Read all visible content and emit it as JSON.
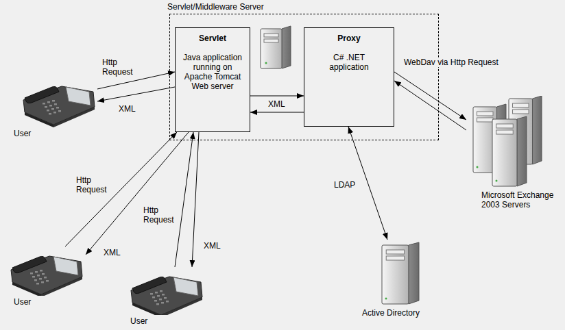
{
  "diagram": {
    "nodes": [
      {
        "text": [
          "Servlet/Middleware Server"
        ]
      },
      {
        "text": [
          "Servlet",
          "Java application running on Apache Tomcat Web server"
        ],
        "in": 0
      },
      {
        "text": [
          "Proxy",
          "C# .NET application"
        ],
        "in": 0
      },
      {
        "text": [
          "Microsoft Exchange 2003 Servers"
        ]
      },
      {
        "text": [
          "Active Directory"
        ]
      },
      {
        "text": [
          "User"
        ]
      },
      {
        "text": [
          "User"
        ]
      },
      {
        "text": [
          "User"
        ]
      }
    ],
    "edges": [
      {
        "from": 5,
        "to": 1,
        "label": "Http Request",
        "arrow": "to"
      },
      {
        "from": 1,
        "to": 5,
        "label": "XML",
        "arrow": "to"
      },
      {
        "from": 1,
        "to": 2,
        "label": "XML",
        "arrow": "to"
      },
      {
        "from": 2,
        "to": 1,
        "arrow": "to"
      },
      {
        "from": 2,
        "to": 3,
        "label": "WebDav via Http Request",
        "arrow": "to"
      },
      {
        "from": 3,
        "to": 2,
        "arrow": "to"
      },
      {
        "from": 2,
        "to": 4,
        "label": "LDAP",
        "arrow": "both"
      },
      {
        "from": 6,
        "to": 1,
        "label": "Http Request",
        "arrow": "to"
      },
      {
        "from": 1,
        "to": 6,
        "label": "XML",
        "arrow": "to"
      },
      {
        "from": 7,
        "to": 1,
        "label": "Http Request",
        "arrow": "to"
      },
      {
        "from": 1,
        "to": 7,
        "label": "XML",
        "arrow": "to"
      }
    ]
  }
}
